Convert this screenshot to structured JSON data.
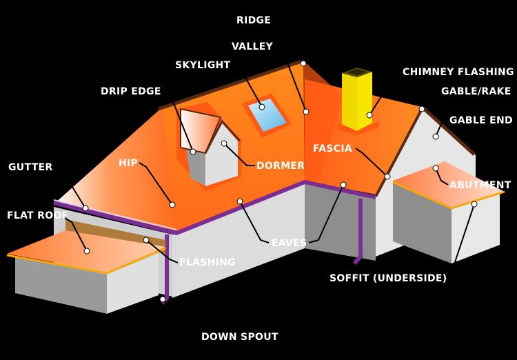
{
  "colors": {
    "background": "#000000",
    "roof_orange": "#ff6a1a",
    "roof_light": "#ffc58a",
    "wall": "#d9d9d9",
    "wall_shadow": "#9a9a9a",
    "gutter_purple": "#7a2e93",
    "fascia_brown": "#5a2a10",
    "chimney_yellow": "#f7e600",
    "skylight_blue": "#7fc8ee",
    "label": "#ffffff"
  },
  "labels": {
    "ridge": "RIDGE",
    "valley": "VALLEY",
    "skylight": "SKYLIGHT",
    "chimney_flashing": "CHIMNEY FLASHING",
    "drip_edge": "DRIP EDGE",
    "gable_rake": "GABLE/RAKE",
    "gable_end": "GABLE END",
    "gutter": "GUTTER",
    "hip": "HIP",
    "fascia": "FASCIA",
    "dormer": "DORMER",
    "abutment": "ABUTMENT",
    "flat_roof": "FLAT ROOF",
    "flashing": "FLASHING",
    "eaves": "EAVES",
    "soffit": "SOFFIT (UNDERSIDE)",
    "down_spout": "DOWN SPOUT"
  }
}
